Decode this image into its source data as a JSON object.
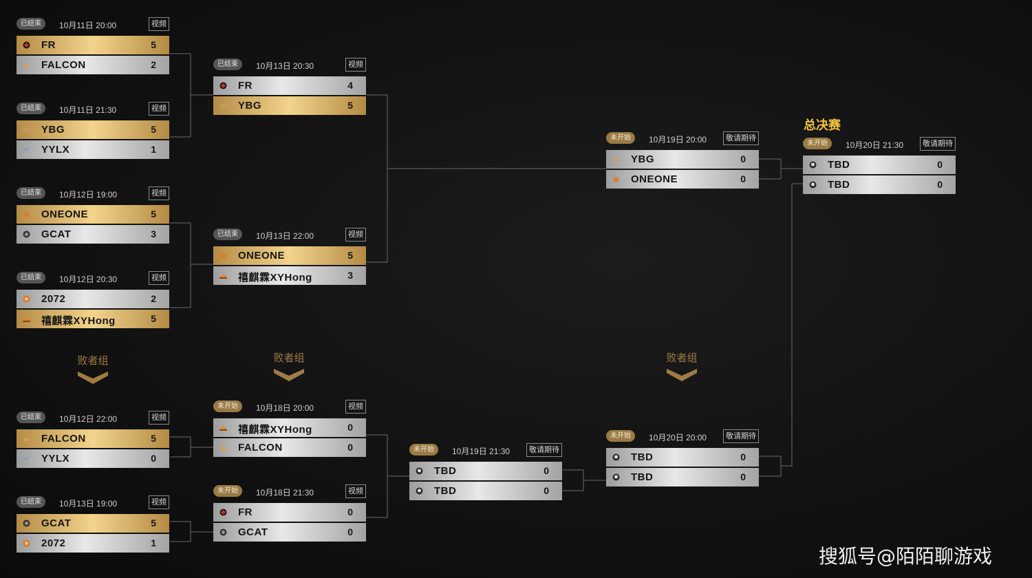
{
  "bracket": {
    "matches": [
      {
        "id": "w1",
        "status": "已结束",
        "status_type": "done",
        "time": "10月11日 20:00",
        "button": "视频",
        "teams": [
          {
            "name": "FR",
            "score": "5",
            "win": true,
            "icon": "fr-team-logo"
          },
          {
            "name": "FALCON",
            "score": "2",
            "win": false,
            "icon": "falcon-team-logo"
          }
        ]
      },
      {
        "id": "w2",
        "status": "已结束",
        "status_type": "done",
        "time": "10月11日 21:30",
        "button": "视频",
        "teams": [
          {
            "name": "YBG",
            "score": "5",
            "win": true,
            "icon": "ybg-team-logo"
          },
          {
            "name": "YYLX",
            "score": "1",
            "win": false,
            "icon": "yylx-team-logo"
          }
        ]
      },
      {
        "id": "w3",
        "status": "已结束",
        "status_type": "done",
        "time": "10月12日 19:00",
        "button": "视频",
        "teams": [
          {
            "name": "ONEONE",
            "score": "5",
            "win": true,
            "icon": "oneone-team-logo"
          },
          {
            "name": "GCAT",
            "score": "3",
            "win": false,
            "icon": "gcat-team-logo"
          }
        ]
      },
      {
        "id": "w4",
        "status": "已结束",
        "status_type": "done",
        "time": "10月12日 20:30",
        "button": "视频",
        "teams": [
          {
            "name": "2072",
            "score": "2",
            "win": false,
            "icon": "team-2072-logo"
          },
          {
            "name": "禧麒霖XYHong",
            "score": "5",
            "win": true,
            "icon": "xyhong-team-logo"
          }
        ]
      },
      {
        "id": "w5",
        "status": "已结束",
        "status_type": "done",
        "time": "10月13日 20:30",
        "button": "视频",
        "teams": [
          {
            "name": "FR",
            "score": "4",
            "win": false,
            "icon": "fr-team-logo"
          },
          {
            "name": "YBG",
            "score": "5",
            "win": true,
            "icon": "ybg-team-logo"
          }
        ]
      },
      {
        "id": "w6",
        "status": "已结束",
        "status_type": "done",
        "time": "10月13日 22:00",
        "button": "视频",
        "teams": [
          {
            "name": "ONEONE",
            "score": "5",
            "win": true,
            "icon": "oneone-team-logo"
          },
          {
            "name": "禧麒霖XYHong",
            "score": "3",
            "win": false,
            "icon": "xyhong-team-logo"
          }
        ]
      },
      {
        "id": "w7",
        "status": "未开始",
        "status_type": "upcoming",
        "time": "10月19日 20:00",
        "button": "敬请期待",
        "teams": [
          {
            "name": "YBG",
            "score": "0",
            "win": false,
            "icon": "ybg-team-logo"
          },
          {
            "name": "ONEONE",
            "score": "0",
            "win": false,
            "icon": "oneone-team-logo"
          }
        ]
      },
      {
        "id": "final",
        "status": "未开始",
        "status_type": "upcoming",
        "time": "10月20日 21:30",
        "button": "敬请期待",
        "teams": [
          {
            "name": "TBD",
            "score": "0",
            "win": false,
            "icon": "tbd-team-logo"
          },
          {
            "name": "TBD",
            "score": "0",
            "win": false,
            "icon": "tbd-team-logo"
          }
        ]
      },
      {
        "id": "l1",
        "status": "已结束",
        "status_type": "done",
        "time": "10月12日 22:00",
        "button": "视频",
        "teams": [
          {
            "name": "FALCON",
            "score": "5",
            "win": true,
            "icon": "falcon-team-logo"
          },
          {
            "name": "YYLX",
            "score": "0",
            "win": false,
            "icon": "yylx-team-logo"
          }
        ]
      },
      {
        "id": "l2",
        "status": "已结束",
        "status_type": "done",
        "time": "10月13日 19:00",
        "button": "视频",
        "teams": [
          {
            "name": "GCAT",
            "score": "5",
            "win": true,
            "icon": "gcat-team-logo"
          },
          {
            "name": "2072",
            "score": "1",
            "win": false,
            "icon": "team-2072-logo"
          }
        ]
      },
      {
        "id": "l3",
        "status": "未开始",
        "status_type": "upcoming",
        "time": "10月18日 20:00",
        "button": "视频",
        "teams": [
          {
            "name": "禧麒霖XYHong",
            "score": "0",
            "win": false,
            "icon": "xyhong-team-logo"
          },
          {
            "name": "FALCON",
            "score": "0",
            "win": false,
            "icon": "falcon-team-logo"
          }
        ]
      },
      {
        "id": "l4",
        "status": "未开始",
        "status_type": "upcoming",
        "time": "10月18日 21:30",
        "button": "视频",
        "teams": [
          {
            "name": "FR",
            "score": "0",
            "win": false,
            "icon": "fr-team-logo"
          },
          {
            "name": "GCAT",
            "score": "0",
            "win": false,
            "icon": "gcat-team-logo"
          }
        ]
      },
      {
        "id": "l5",
        "status": "未开始",
        "status_type": "upcoming",
        "time": "10月19日 21:30",
        "button": "敬请期待",
        "teams": [
          {
            "name": "TBD",
            "score": "0",
            "win": false,
            "icon": "tbd-team-logo"
          },
          {
            "name": "TBD",
            "score": "0",
            "win": false,
            "icon": "tbd-team-logo"
          }
        ]
      },
      {
        "id": "l6",
        "status": "未开始",
        "status_type": "upcoming",
        "time": "10月20日 20:00",
        "button": "敬请期待",
        "teams": [
          {
            "name": "TBD",
            "score": "0",
            "win": false,
            "icon": "tbd-team-logo"
          },
          {
            "name": "TBD",
            "score": "0",
            "win": false,
            "icon": "tbd-team-logo"
          }
        ]
      }
    ],
    "losers_label": "败者组",
    "finals_title": "总决赛"
  },
  "watermark": "搜狐号@陌陌聊游戏",
  "colors": {
    "gold": "#f3d48c",
    "silver": "#e8e8e8",
    "accent": "#a07b45",
    "finals": "#f2c53a"
  }
}
